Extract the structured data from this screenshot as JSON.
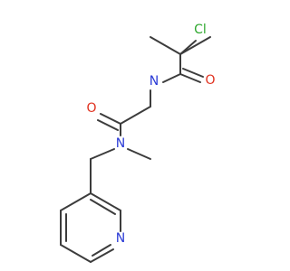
{
  "atoms": [
    {
      "id": "cl1",
      "label": "Cl",
      "color": "#2ea82e"
    },
    {
      "id": "n_amide",
      "label": "N",
      "color": "#2a3ad6"
    },
    {
      "id": "o1",
      "label": "O",
      "color": "#e0301e"
    },
    {
      "id": "o2",
      "label": "O",
      "color": "#e0301e"
    },
    {
      "id": "n_methyl",
      "label": "N",
      "color": "#2a3ad6"
    },
    {
      "id": "n_ring",
      "label": "N",
      "color": "#2a3ad6"
    }
  ],
  "colors": {
    "bond": "#3c3c3c",
    "background": "#ffffff"
  }
}
